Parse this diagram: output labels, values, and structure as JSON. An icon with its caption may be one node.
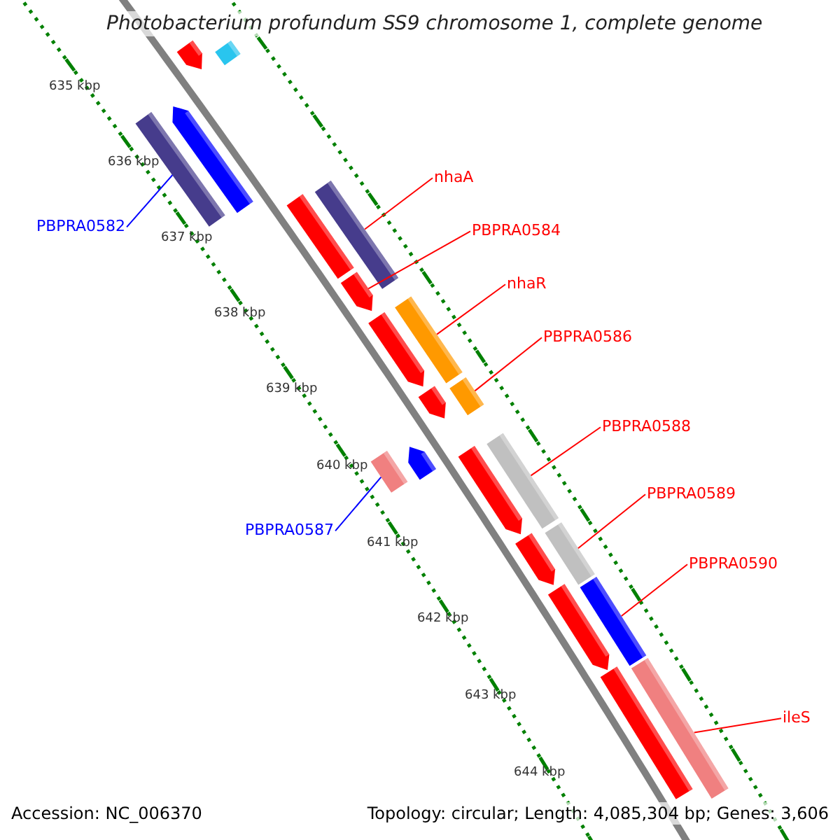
{
  "diagram": {
    "title": "Photobacterium profundum SS9 chromosome 1, complete genome",
    "nodes": [
      {
        "text": [
          "nhaA"
        ]
      },
      {
        "text": [
          "PBPRA0584"
        ]
      },
      {
        "text": [
          "nhaR"
        ]
      },
      {
        "text": [
          "PBPRA0586"
        ]
      },
      {
        "text": [
          "PBPRA0588"
        ]
      },
      {
        "text": [
          "PBPRA0589"
        ]
      },
      {
        "text": [
          "PBPRA0590"
        ]
      },
      {
        "text": [
          "ileS"
        ]
      },
      {
        "text": [
          "PBPRA0582"
        ]
      },
      {
        "text": [
          "PBPRA0587"
        ]
      },
      {
        "text": [],
        "shape": "bar"
      },
      {
        "text": [],
        "shape": "bar"
      },
      {
        "text": [],
        "shape": "bar"
      },
      {
        "text": [],
        "shape": "bar"
      },
      {
        "text": [],
        "shape": "bar"
      },
      {
        "text": [],
        "shape": "bar"
      },
      {
        "text": [],
        "shape": "bar"
      },
      {
        "text": [],
        "shape": "bar"
      },
      {
        "text": [],
        "shape": "bar"
      },
      {
        "text": [],
        "shape": "bar"
      },
      {
        "text": [],
        "shape": "bar"
      },
      {
        "text": [],
        "shape": "bar"
      },
      {
        "text": [],
        "shape": "bar"
      },
      {
        "text": [],
        "shape": "bar"
      },
      {
        "text": [],
        "shape": "bar"
      },
      {
        "text": [],
        "shape": "bar"
      },
      {
        "text": [],
        "shape": "bar"
      },
      {
        "text": [],
        "shape": "bar"
      },
      {
        "text": [],
        "shape": "bar"
      },
      {
        "text": [],
        "shape": "bar"
      },
      {
        "text": [],
        "shape": "bar"
      }
    ],
    "edges": [
      {
        "from": 0,
        "to": 15,
        "arrow": "none"
      },
      {
        "from": 1,
        "to": 16,
        "arrow": "none"
      },
      {
        "from": 2,
        "to": 18,
        "arrow": "none"
      },
      {
        "from": 3,
        "to": 19,
        "arrow": "none"
      },
      {
        "from": 4,
        "to": 24,
        "arrow": "none"
      },
      {
        "from": 5,
        "to": 26,
        "arrow": "none"
      },
      {
        "from": 6,
        "to": 28,
        "arrow": "none"
      },
      {
        "from": 7,
        "to": 30,
        "arrow": "none"
      },
      {
        "from": 8,
        "to": 12,
        "arrow": "none",
        "color": "#0000ff"
      },
      {
        "from": 9,
        "to": 21,
        "arrow": "none",
        "color": "#0000ff"
      }
    ],
    "labels": [
      "635 kbp",
      "636 kbp",
      "637 kbp",
      "638 kbp",
      "639 kbp",
      "640 kbp",
      "641 kbp",
      "642 kbp",
      "643 kbp",
      "644 kbp",
      "Accession: NC_006370",
      "Topology: circular; Length: 4,085,304 bp; Genes: 3,606"
    ]
  }
}
